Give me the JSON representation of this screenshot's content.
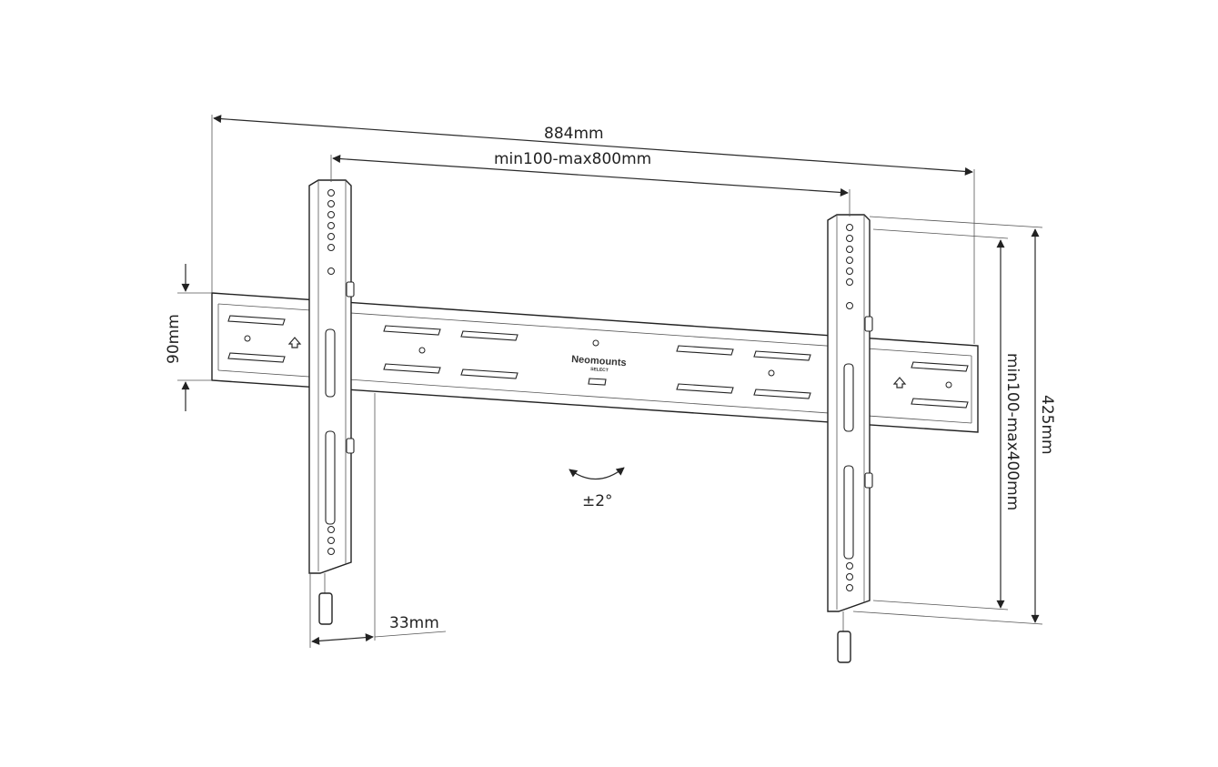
{
  "dimensions": {
    "overall_width": "884mm",
    "vesa_horizontal": "min100-max800mm",
    "rail_height": "90mm",
    "overall_height": "425mm",
    "vesa_vertical": "min100-max400mm",
    "wall_distance": "33mm",
    "tilt": "±2°"
  },
  "brand": {
    "name": "Neomounts",
    "sub": "SELECT"
  }
}
